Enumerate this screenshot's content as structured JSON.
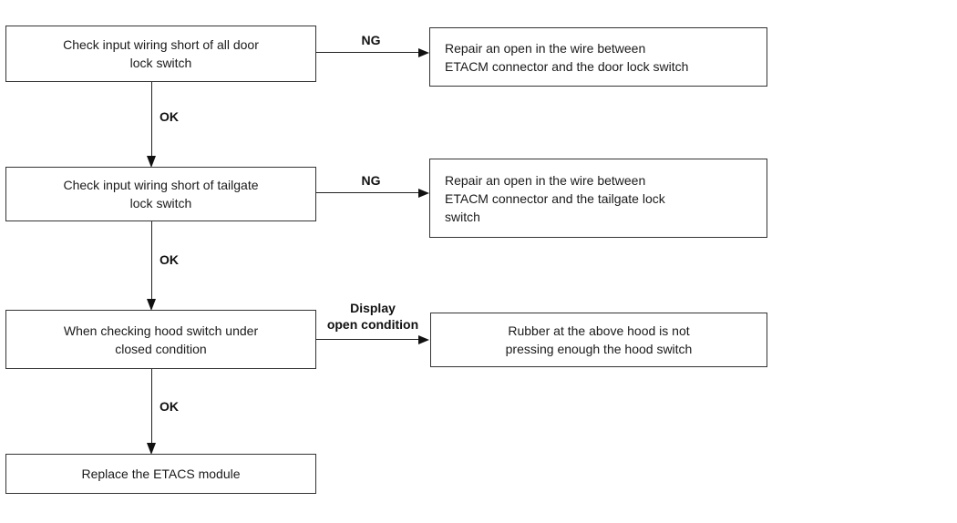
{
  "flowchart": {
    "nodes": {
      "check_door_lock": "Check input wiring short of all door\nlock switch",
      "repair_door_lock": "Repair an open in the wire between\nETACM connector and the door lock switch",
      "check_tailgate_lock": "Check input wiring short of tailgate\nlock switch",
      "repair_tailgate_lock": "Repair an open in the wire between\nETACM connector and the tailgate lock\nswitch",
      "check_hood_switch": "When checking hood switch under\nclosed condition",
      "hood_rubber_result": "Rubber at the above hood is not\npressing enough the hood switch",
      "replace_etacs": "Replace the ETACS module"
    },
    "edge_labels": {
      "ng1": "NG",
      "ok1": "OK",
      "ng2": "NG",
      "ok2": "OK",
      "display_open": "Display\nopen condition",
      "ok3": "OK"
    },
    "colors": {
      "background": "#ffffff",
      "box_border": "#333333",
      "text": "#1a1a1a",
      "line": "#222222"
    }
  }
}
